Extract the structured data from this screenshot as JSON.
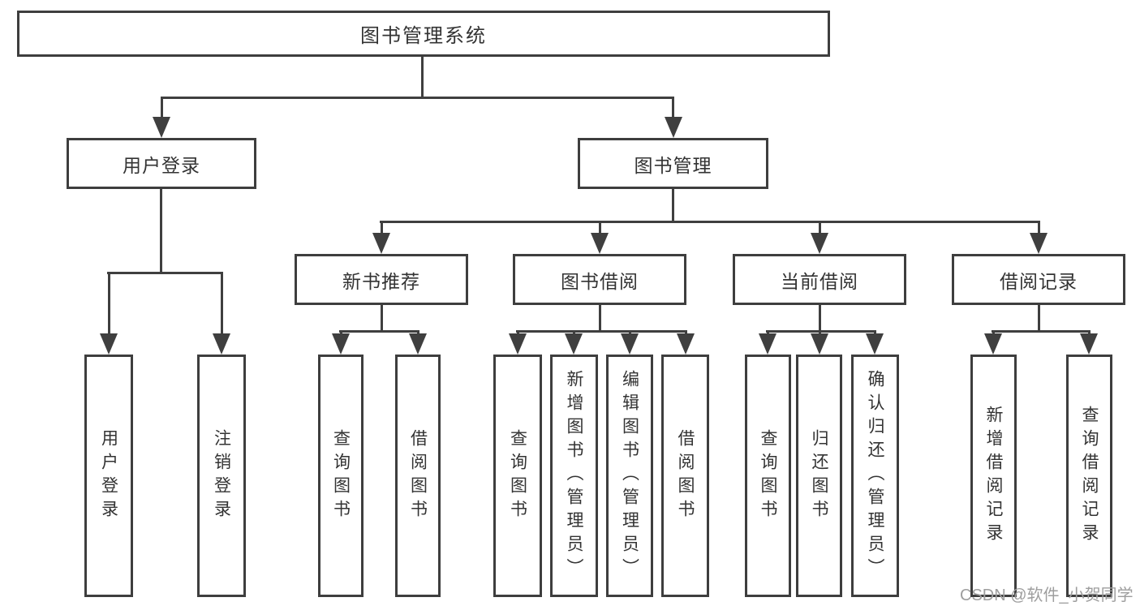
{
  "diagram": {
    "type": "org-tree",
    "root": {
      "label": "图书管理系统"
    },
    "branches": [
      {
        "label": "用户登录",
        "children": [
          "用户登录",
          "注销登录"
        ]
      },
      {
        "label": "图书管理",
        "children": [
          {
            "label": "新书推荐",
            "children": [
              "查询图书",
              "借阅图书"
            ]
          },
          {
            "label": "图书借阅",
            "children": [
              "查询图书",
              "新增图书（管理员）",
              "编辑图书（管理员）",
              "借阅图书"
            ]
          },
          {
            "label": "当前借阅",
            "children": [
              "查询图书",
              "归还图书",
              "确认归还（管理员）"
            ]
          },
          {
            "label": "借阅记录",
            "children": [
              "新增借阅记录",
              "查询借阅记录"
            ]
          }
        ]
      }
    ],
    "watermark": "CSDN @软件_小贺同学",
    "colors": {
      "line": "#3f3f3f",
      "box_border": "#3e3e3e",
      "text": "#333333",
      "watermark": "#9e9e9e",
      "background": "#ffffff"
    }
  }
}
